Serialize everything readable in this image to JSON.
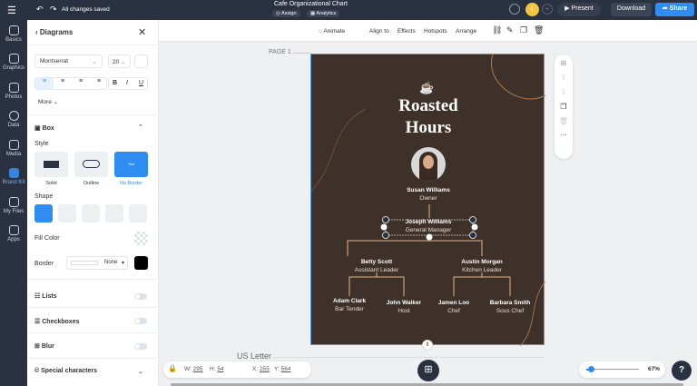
{
  "topbar": {
    "save_status": "All changes saved",
    "doc_title": "Cafe Organizational Chart",
    "assign": "Assign",
    "analytics": "Analytics",
    "avatar_initial": "I",
    "present": "Present",
    "download": "Download",
    "share": "Share"
  },
  "rail": [
    {
      "label": "Basics"
    },
    {
      "label": "Graphics"
    },
    {
      "label": "Photos"
    },
    {
      "label": "Data"
    },
    {
      "label": "Media"
    },
    {
      "label": "Brand Kit"
    },
    {
      "label": "My Files"
    },
    {
      "label": "Apps"
    }
  ],
  "panel": {
    "back": "Diagrams",
    "font": "Montserrat",
    "size": "20",
    "more": "More",
    "box": "Box",
    "style": "Style",
    "styles": [
      "Solid",
      "Outline",
      "No Border"
    ],
    "style_preview": "Text",
    "shape": "Shape",
    "fill_color": "Fill Color",
    "border": "Border",
    "border_value": "None",
    "lists": "Lists",
    "checkboxes": "Checkboxes",
    "blur": "Blur",
    "special": "Special characters"
  },
  "toolbar": {
    "animate": "Animate",
    "align": "Align to",
    "effects": "Effects",
    "hotspots": "Hotspots",
    "arrange": "Arrange"
  },
  "canvas": {
    "page_label": "PAGE 1",
    "size_label": "US Letter",
    "title1": "Roasted",
    "title2": "Hours",
    "people": [
      {
        "name": "Susan Williams",
        "role": "Owner"
      },
      {
        "name": "Joseph Williams",
        "role": "General Manager"
      },
      {
        "name": "Betty Scott",
        "role": "Assistant Leader"
      },
      {
        "name": "Austin Morgan",
        "role": "Kitchen Leader"
      },
      {
        "name": "Adam Clark",
        "role": "Bar Tender"
      },
      {
        "name": "John Walker",
        "role": "Host"
      },
      {
        "name": "Jamen Loo",
        "role": "Chef"
      },
      {
        "name": "Barbara Smith",
        "role": "Sous Chef"
      }
    ]
  },
  "bottom": {
    "w_label": "W:",
    "w": "295",
    "h_label": "H:",
    "h": "54",
    "x_label": "X:",
    "x": "255",
    "y_label": "Y:",
    "y": "564",
    "zoom": "67%",
    "zoom_fraction": 0.1,
    "help": "?"
  },
  "colors": {
    "accent": "#2f8cf0",
    "page_bg": "#3e3129",
    "line": "#e8b48a"
  }
}
